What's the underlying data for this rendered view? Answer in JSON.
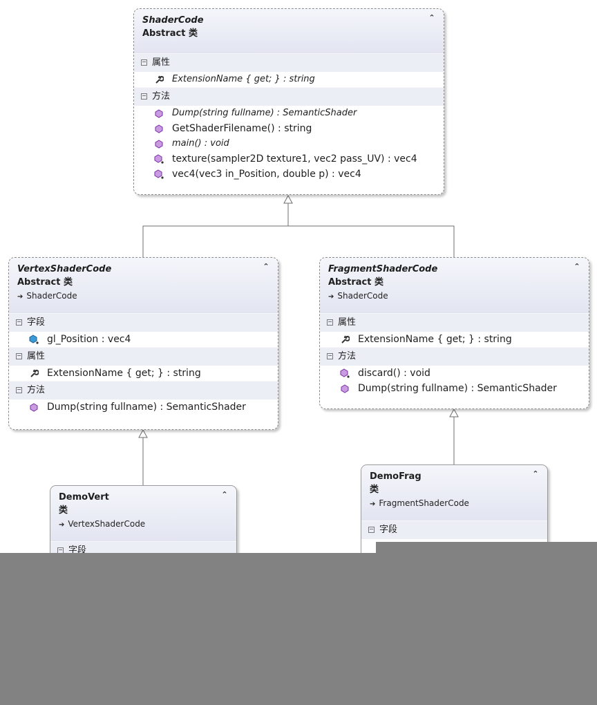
{
  "colors": {
    "header_gradient_top": "#f5f6fb",
    "header_gradient_bottom": "#e2e5f1",
    "section_band": "#eceef5",
    "method_icon": "#8a2dbb",
    "field_icon": "#1f7ab0",
    "overlay": "#828282"
  },
  "classes": {
    "shadercode": {
      "name": "ShaderCode",
      "kind": "Abstract 类",
      "sections": {
        "props": "属性",
        "methods": "方法"
      },
      "props": [
        "ExtensionName { get; } : string"
      ],
      "methods": [
        "Dump(string fullname) : SemanticShader",
        "GetShaderFilename() : string",
        "main() : void",
        "texture(sampler2D texture1, vec2 pass_UV) : vec4",
        "vec4(vec3 in_Position, double p) : vec4"
      ]
    },
    "vertex": {
      "name": "VertexShaderCode",
      "kind": "Abstract 类",
      "base": "ShaderCode",
      "sections": {
        "fields": "字段",
        "props": "属性",
        "methods": "方法"
      },
      "fields": [
        "gl_Position : vec4"
      ],
      "props": [
        "ExtensionName { get; } : string"
      ],
      "methods": [
        "Dump(string fullname) : SemanticShader"
      ]
    },
    "fragment": {
      "name": "FragmentShaderCode",
      "kind": "Abstract 类",
      "base": "ShaderCode",
      "sections": {
        "props": "属性",
        "methods": "方法"
      },
      "props": [
        "ExtensionName { get; } : string"
      ],
      "methods": [
        "discard() : void",
        "Dump(string fullname) : SemanticShader"
      ]
    },
    "demovert": {
      "name": "DemoVert",
      "kind": "类",
      "base": "VertexShaderCode",
      "sections": {
        "fields": "字段"
      }
    },
    "demofrag": {
      "name": "DemoFrag",
      "kind": "类",
      "base": "FragmentShaderCode",
      "sections": {
        "fields": "字段"
      }
    }
  },
  "icons": {
    "collapse": "double-chevron-up-icon",
    "property": "wrench-icon",
    "method": "method-cube-icon",
    "field": "field-cube-icon"
  }
}
